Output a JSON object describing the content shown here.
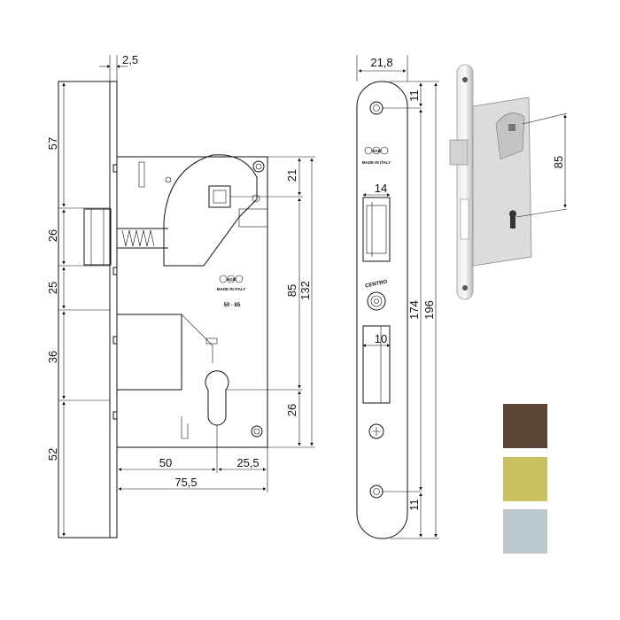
{
  "side_view": {
    "dims": {
      "plate_thickness": "2,5",
      "top": "57",
      "latch": "26",
      "mid": "25",
      "cyl_upper": "36",
      "bottom": "52",
      "handle_from_top": "21",
      "centre_distance": "85",
      "body_height": "132",
      "cyl_from_bottom": "26",
      "backset": "50",
      "cyl_to_back": "25,5",
      "body_depth": "75,5"
    },
    "brand": "AGB",
    "made_in": "MADE IN ITALY",
    "model": "50 - 85"
  },
  "front_plate": {
    "dims": {
      "width": "21,8",
      "top_hole": "11",
      "latch_width": "14",
      "bolt_width": "10",
      "hole_span": "174",
      "length": "196",
      "bottom_hole": "11"
    },
    "brand": "AGB",
    "made_in": "MADE IN ITALY",
    "centro": "CENTRO"
  },
  "photo": {
    "dims": {
      "centre_distance": "85"
    }
  },
  "finishes": [
    {
      "color": "#5a4536"
    },
    {
      "color": "#c9c062"
    },
    {
      "color": "#bdc9cd"
    }
  ]
}
